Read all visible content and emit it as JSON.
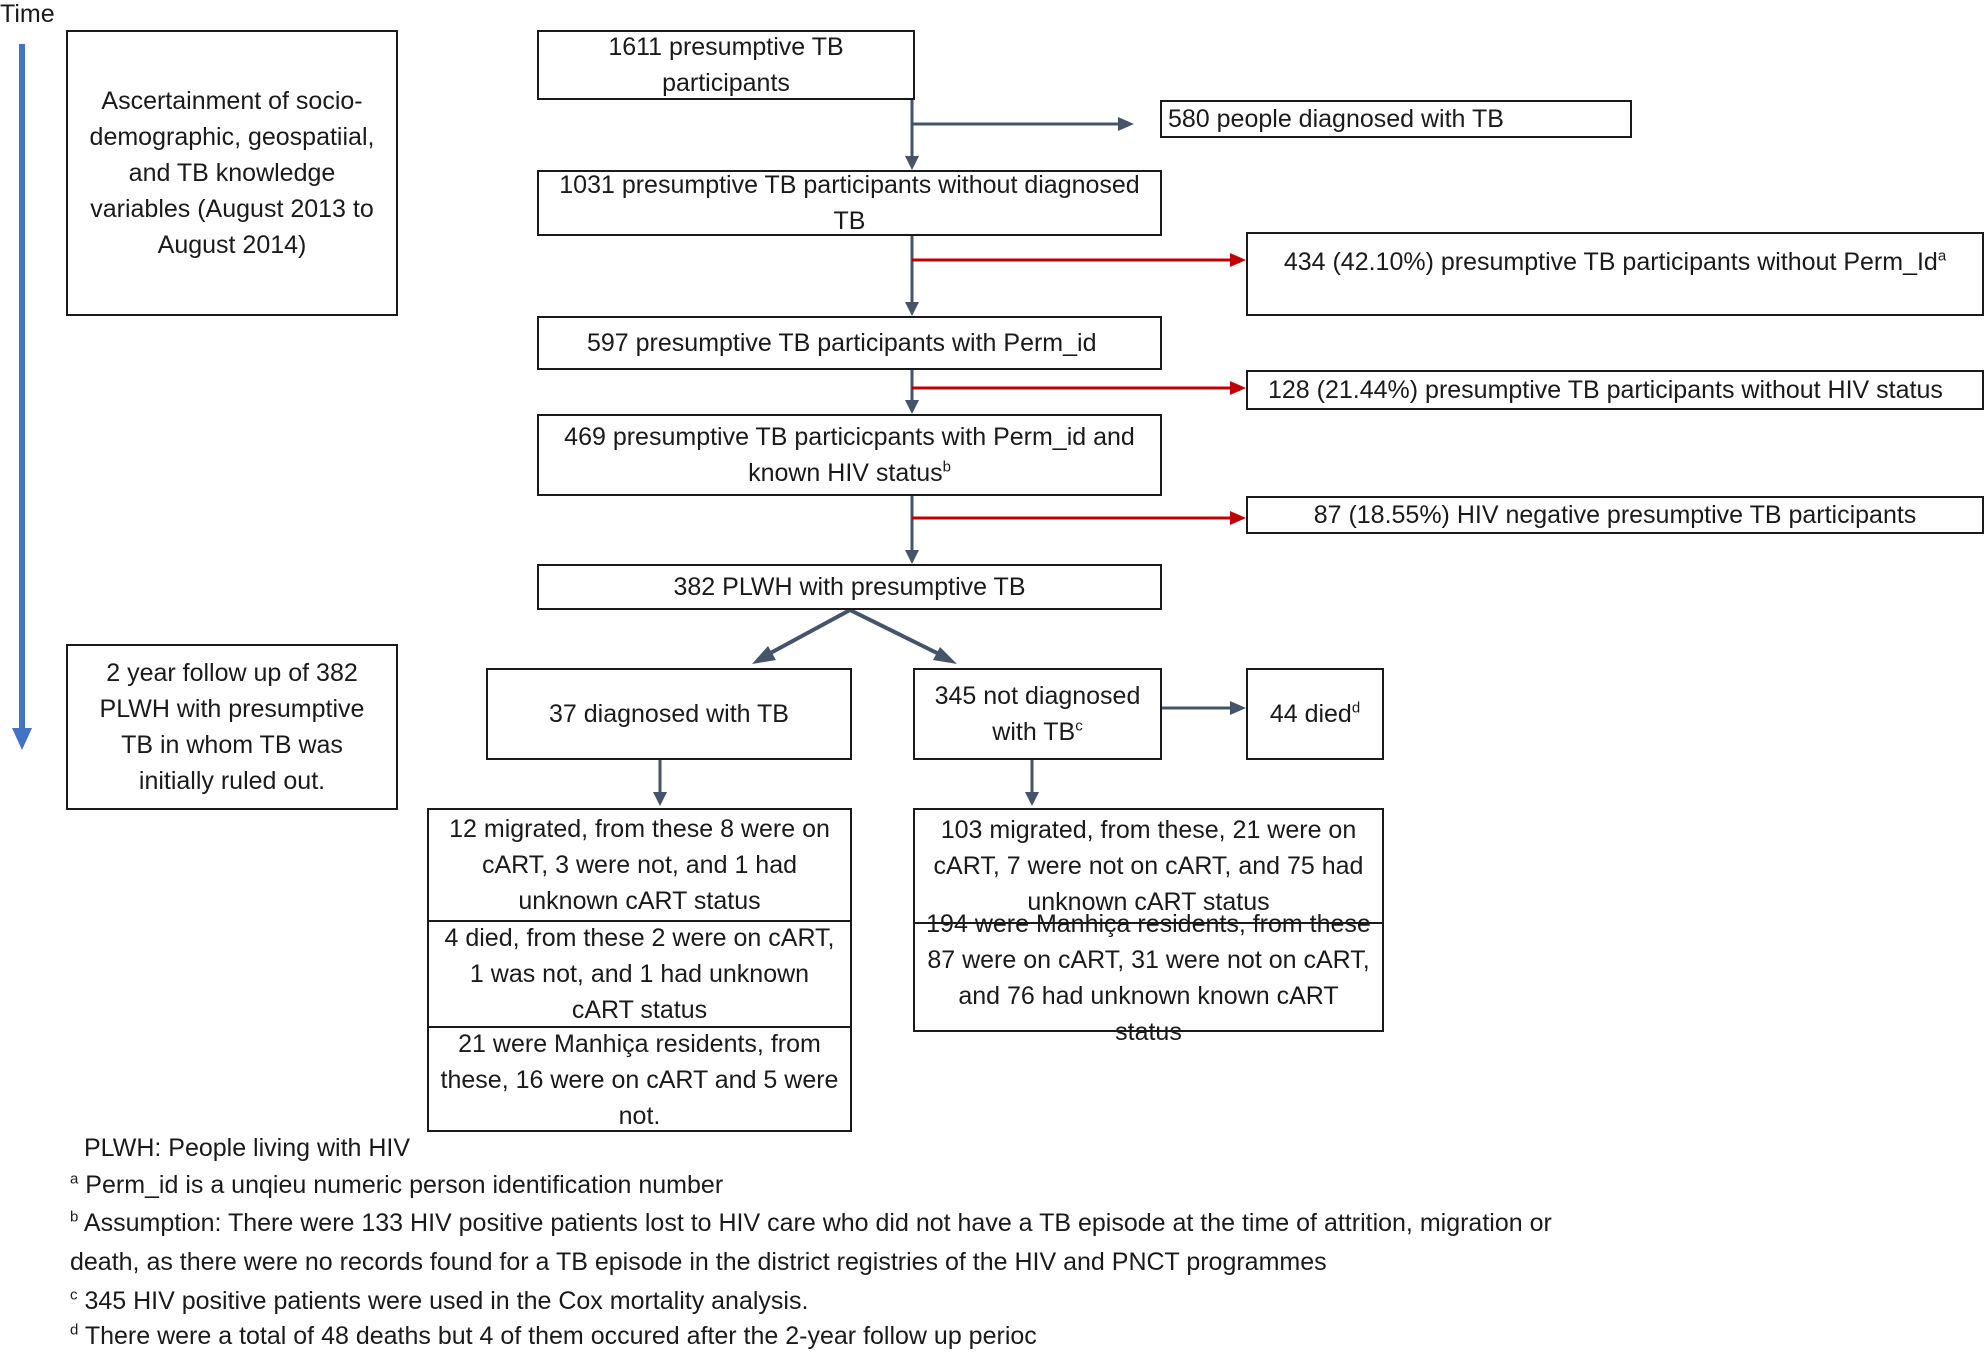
{
  "time_label": "Time",
  "left_boxes": {
    "ascertainment": "Ascertainment of socio-demographic, geospatiial, and TB knowledge variables (August 2013 to August 2014)",
    "followup": "2 year follow up of 382 PLWH with presumptive TB in whom TB was initially ruled out."
  },
  "flow": {
    "n1611": "1611 presumptive TB participants",
    "n580": "580 people diagnosed with TB",
    "n1031": "1031 presumptive TB participants without diagnosed TB",
    "n434": "434 (42.10%) presumptive TB participants without Perm_Id",
    "n434_sup": "a",
    "n597": "597 presumptive TB participants with Perm_id",
    "n128": "128 (21.44%) presumptive TB participants without HIV status",
    "n469": "469 presumptive TB particicpants with Perm_id and known HIV status",
    "n469_sup": "b",
    "n87": "87 (18.55%) HIV negative presumptive TB participants",
    "n382": "382 PLWH with presumptive TB",
    "n37": "37 diagnosed with TB",
    "n345": "345 not diagnosed with TB",
    "n345_sup": "c",
    "n44": "44 died",
    "n44_sup": "d",
    "left_stack": [
      "12 migrated, from these 8 were on cART, 3 were not, and 1 had unknown cART status",
      "4 died, from these 2 were on cART, 1 was not, and 1 had unknown cART status",
      "21 were Manhiça residents, from these, 16 were on cART and 5 were not."
    ],
    "right_stack": [
      "103 migrated, from these, 21 were on cART, 7 were not on cART, and 75 had unknown cART status",
      "194 were Manhiça residents, from these 87 were on cART, 31 were not on cART, and 76 had unknown known cART status"
    ]
  },
  "footnotes": {
    "plwh": "PLWH: People living with HIV",
    "a_mark": "a",
    "a_text": "Perm_id is a unqieu numeric person identification number",
    "b_mark": "b",
    "b_text_1": "Assumption: There were 133 HIV positive patients lost to HIV care who did not have a TB episode at the time of attrition, migration or",
    "b_text_2": "death, as there were no records found for a TB episode in the district registries of the HIV and PNCT programmes",
    "c_mark": "c",
    "c_text": "345 HIV positive patients were used in the Cox mortality analysis.",
    "d_mark": "d",
    "d_text": "There were a total of 48 deaths but 4 of them occured after the 2-year follow up perioc"
  },
  "colors": {
    "timeline": "#4472c4",
    "flow_arrow": "#44546a",
    "exclusion_arrow": "#c00000",
    "border": "#1a1a1a"
  }
}
